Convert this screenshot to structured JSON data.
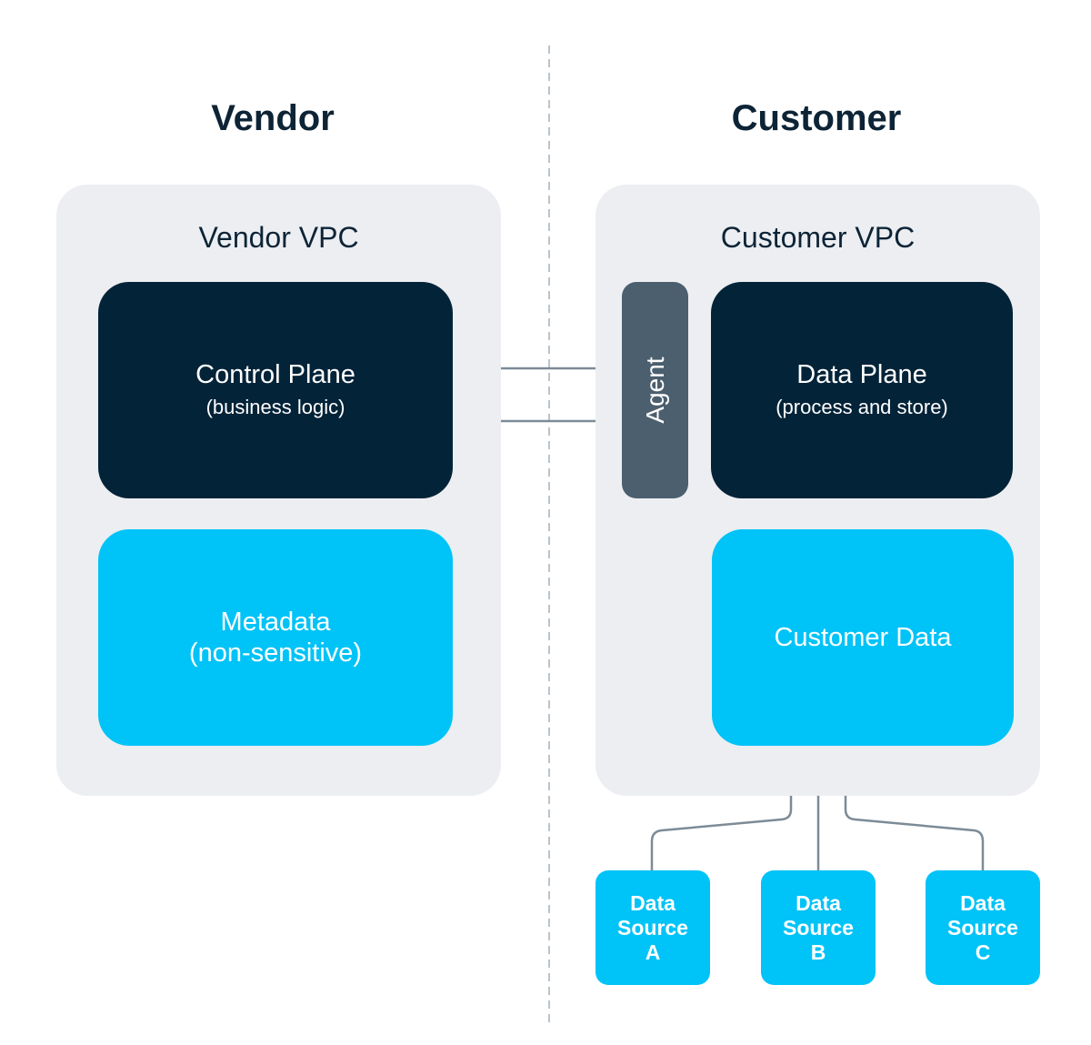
{
  "headings": {
    "vendor": "Vendor",
    "customer": "Customer"
  },
  "vendor_vpc": {
    "label": "Vendor VPC",
    "control_plane": {
      "title": "Control Plane",
      "subtitle": "(business logic)"
    },
    "metadata": {
      "title": "Metadata",
      "subtitle": "(non-sensitive)"
    }
  },
  "customer_vpc": {
    "label": "Customer VPC",
    "agent": "Agent",
    "data_plane": {
      "title": "Data Plane",
      "subtitle": "(process and store)"
    },
    "customer_data": "Customer Data"
  },
  "data_sources": [
    {
      "line1": "Data",
      "line2": "Source",
      "line3": "A"
    },
    {
      "line1": "Data",
      "line2": "Source",
      "line3": "B"
    },
    {
      "line1": "Data",
      "line2": "Source",
      "line3": "C"
    }
  ],
  "colors": {
    "heading_text": "#0d2436",
    "vpc_bg": "#eceef2",
    "dark_box": "#032338",
    "cyan_box": "#00c3f7",
    "agent_box": "#4b5f6e",
    "connector": "#7d8b97",
    "divider": "#b9c4cd",
    "light_text": "#ffffff"
  }
}
